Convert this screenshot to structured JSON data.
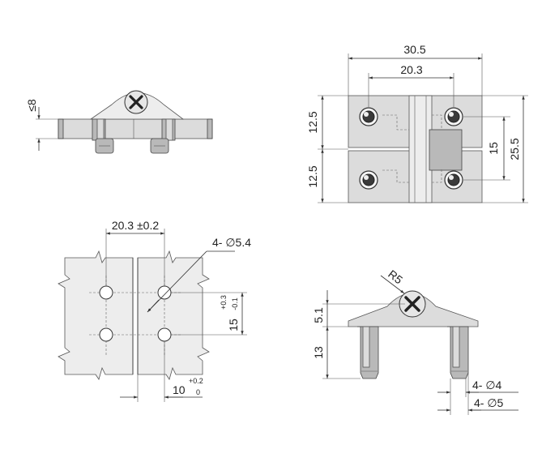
{
  "top_view": {
    "height_label": "≤8"
  },
  "front_view": {
    "width_overall": "30.5",
    "width_inner": "20.3",
    "height_half_top": "12.5",
    "height_half_bottom": "12.5",
    "hole_spacing": "15",
    "height_overall": "25.5"
  },
  "mounting_view": {
    "hole_spacing_h": "20.3 ±0.2",
    "hole_callout": "4- ∅5.4",
    "hole_spacing_v": "15",
    "hole_spacing_v_tol_upper": "+0.3",
    "hole_spacing_v_tol_lower": "-0.1",
    "edge_offset": "10",
    "edge_offset_tol_upper": "+0.2",
    "edge_offset_tol_lower": "0"
  },
  "side_view": {
    "radius_label": "R5",
    "knuckle_height": "5.1",
    "pin_length": "13",
    "pin_callout_small": "4- ∅4",
    "pin_callout_large": "4- ∅5"
  }
}
